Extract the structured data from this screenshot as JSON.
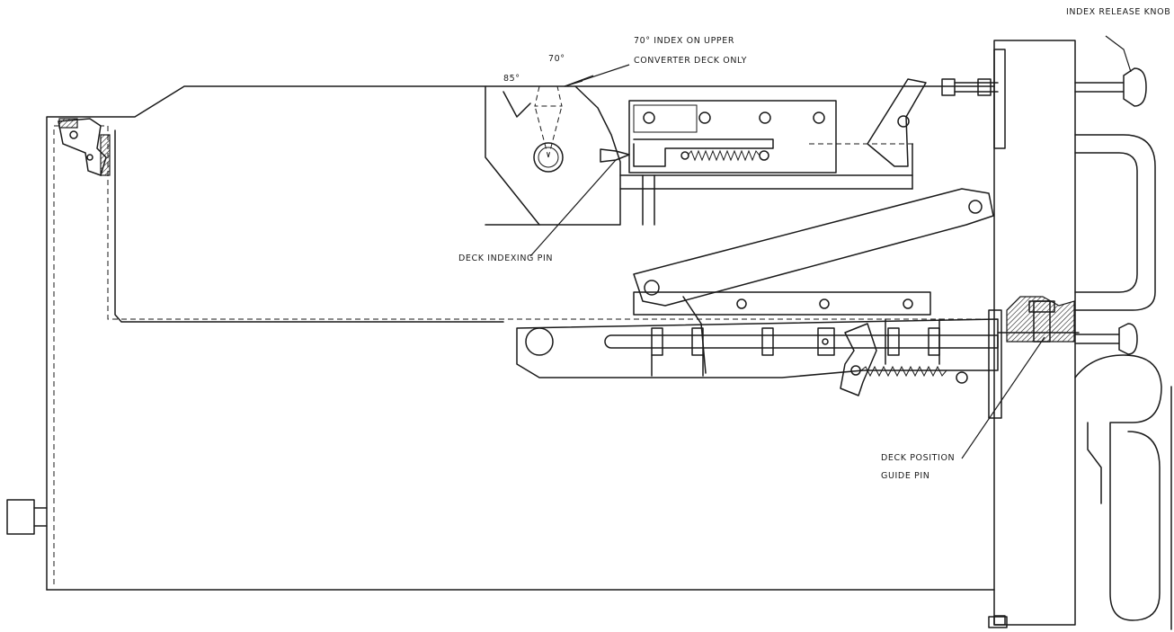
{
  "labels": {
    "index_release_knob": "INDEX RELEASE KNOB",
    "index_70_line1": "70° INDEX ON UPPER",
    "index_70_line2": "CONVERTER DECK ONLY",
    "angle_85": "85°",
    "angle_70": "70°",
    "deck_indexing_pin": "DECK INDEXING PIN",
    "deck_position_line1": "DECK POSITION",
    "deck_position_line2": "GUIDE PIN"
  },
  "colors": {
    "ink": "#1a1a1a",
    "paper": "#ffffff"
  }
}
